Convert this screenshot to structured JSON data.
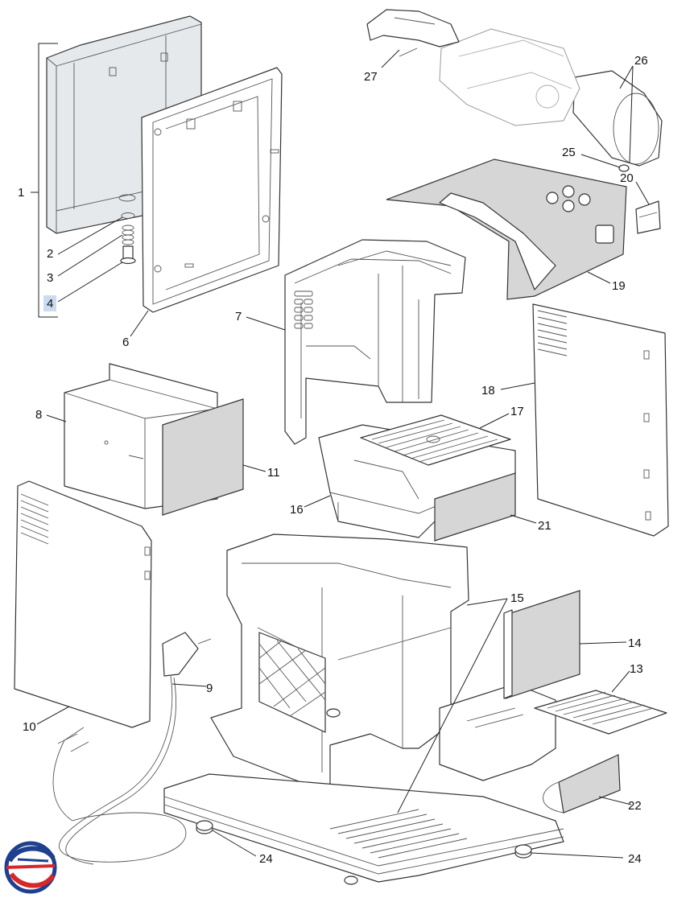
{
  "labels": {
    "l1": "1",
    "l2": "2",
    "l3": "3",
    "l4": "4",
    "l6": "6",
    "l7": "7",
    "l8": "8",
    "l9": "9",
    "l10": "10",
    "l11": "11",
    "l13": "13",
    "l14": "14",
    "l15": "15",
    "l16": "16",
    "l17": "17",
    "l18": "18",
    "l19": "19",
    "l20": "20",
    "l21": "21",
    "l22": "22",
    "l24a": "24",
    "l24b": "24",
    "l25": "25",
    "l26": "26",
    "l27": "27"
  },
  "highlighted_label": "4",
  "colors": {
    "highlight": "#c9dcf0",
    "panel_grey": "#d6d6d6",
    "tank_tint": "#dde2e6",
    "logo_blue": "#1f3f8f",
    "logo_red": "#d62828"
  }
}
